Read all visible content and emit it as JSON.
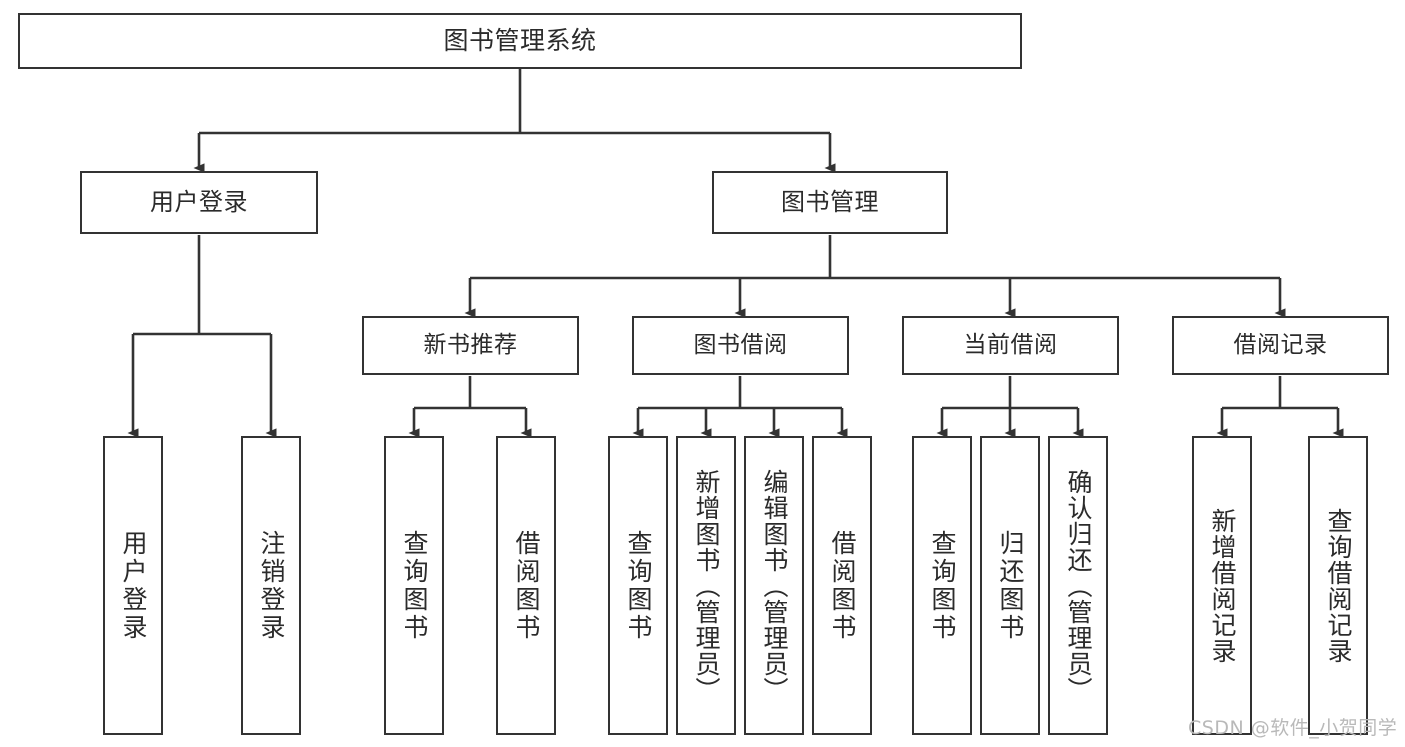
{
  "diagram": {
    "title": "图书管理系统",
    "type": "tree",
    "nodes": {
      "root": {
        "label": "图书管理系统"
      },
      "level1": [
        {
          "id": "user-login",
          "label": "用户登录"
        },
        {
          "id": "book-manage",
          "label": "图书管理"
        }
      ],
      "level2": [
        {
          "id": "new-book-recommend",
          "label": "新书推荐"
        },
        {
          "id": "book-borrow",
          "label": "图书借阅"
        },
        {
          "id": "current-borrow",
          "label": "当前借阅"
        },
        {
          "id": "borrow-record",
          "label": "借阅记录"
        }
      ],
      "leaves": {
        "user-login": [
          {
            "id": "leaf-user-login",
            "label": "用户登录"
          },
          {
            "id": "leaf-user-logout",
            "label": "注销登录"
          }
        ],
        "new-book-recommend": [
          {
            "id": "leaf-query-book-1",
            "label": "查询图书"
          },
          {
            "id": "leaf-borrow-book-1",
            "label": "借阅图书"
          }
        ],
        "book-borrow": [
          {
            "id": "leaf-query-book-2",
            "label": "查询图书"
          },
          {
            "id": "leaf-add-book",
            "label": "新增图书（管理员）"
          },
          {
            "id": "leaf-edit-book",
            "label": "编辑图书（管理员）"
          },
          {
            "id": "leaf-borrow-book-2",
            "label": "借阅图书"
          }
        ],
        "current-borrow": [
          {
            "id": "leaf-query-book-3",
            "label": "查询图书"
          },
          {
            "id": "leaf-return-book",
            "label": "归还图书"
          },
          {
            "id": "leaf-confirm-return",
            "label": "确认归还（管理员）"
          }
        ],
        "borrow-record": [
          {
            "id": "leaf-add-record",
            "label": "新增借阅记录"
          },
          {
            "id": "leaf-query-record",
            "label": "查询借阅记录"
          }
        ]
      }
    },
    "style": {
      "stroke": "#333333",
      "fill": "#ffffff",
      "text": "#2b2b2b",
      "background": "#ffffff"
    }
  },
  "watermark": {
    "text": "CSDN @软件_小贺同学",
    "color": "#b9b9b9"
  }
}
